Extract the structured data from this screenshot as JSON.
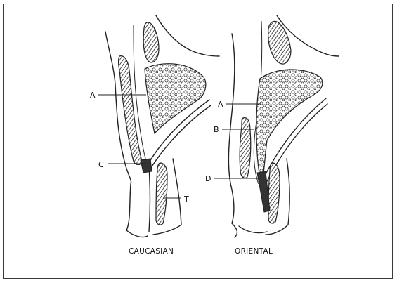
{
  "figure": {
    "caucasian": {
      "caption": "CAUCASIAN",
      "labels": {
        "A": "A",
        "C": "C",
        "T": "T"
      }
    },
    "oriental": {
      "caption": "ORIENTAL",
      "labels": {
        "A": "A",
        "B": "B",
        "D": "D"
      }
    }
  }
}
